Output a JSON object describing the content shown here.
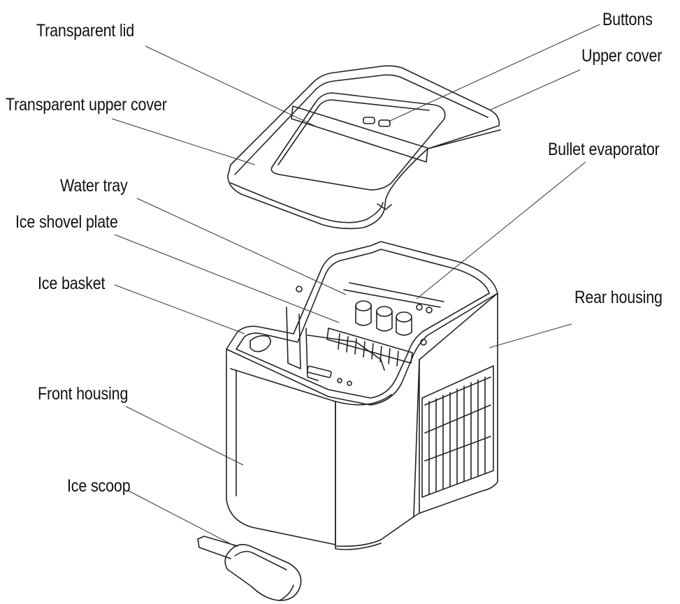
{
  "colors": {
    "stroke": "#222222",
    "leader": "#333333",
    "label_text": "#111111",
    "background": "#ffffff"
  },
  "labels": {
    "transparent_lid": "Transparent lid",
    "buttons": "Buttons",
    "upper_cover": "Upper cover",
    "transparent_upper_cover": "Transparent upper cover",
    "bullet_evaporator": "Bullet evaporator",
    "water_tray": "Water tray",
    "ice_shovel_plate": "Ice shovel plate",
    "ice_basket": "Ice basket",
    "rear_housing": "Rear housing",
    "front_housing": "Front housing",
    "ice_scoop": "Ice scoop"
  }
}
